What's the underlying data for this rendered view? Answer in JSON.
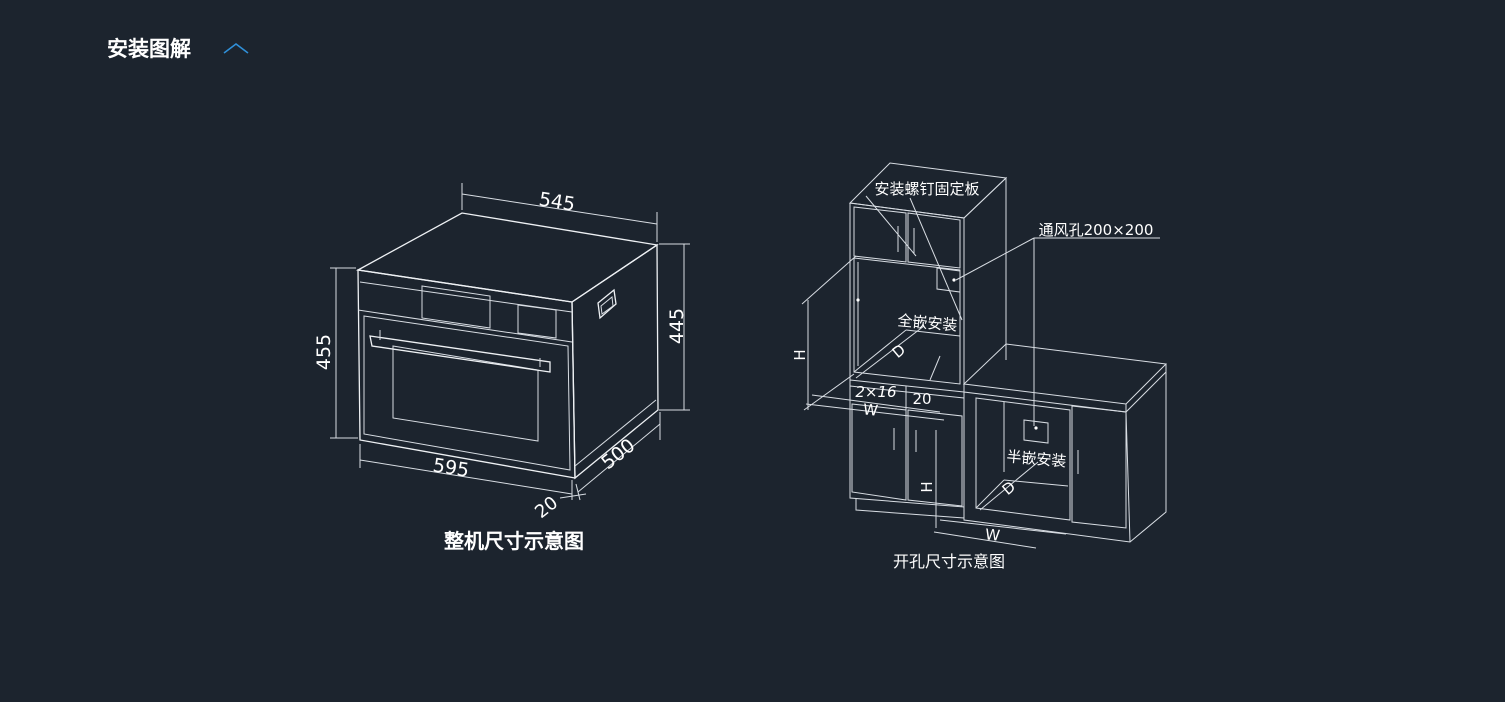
{
  "header": {
    "title": "安装图解",
    "toggle_icon": "chevron-up-icon",
    "accent_color": "#2f8fd8"
  },
  "oven_diagram": {
    "caption": "整机尺寸示意图",
    "dim_width_top": "545",
    "dim_height_left": "455",
    "dim_height_right": "445",
    "dim_width_bottom": "595",
    "dim_depth": "500",
    "dim_door": "20"
  },
  "cutout_diagram": {
    "caption": "开孔尺寸示意图",
    "label_bracket": "安装螺钉固定板",
    "label_vent": "通风孔200×200",
    "label_full": "全嵌安装",
    "label_half": "半嵌安装",
    "dim_h_upper": "H",
    "dim_d_upper": "D",
    "dim_w_upper": "W",
    "dim_screws": "2×16",
    "dim_gap": "20",
    "dim_h_lower": "H",
    "dim_d_lower": "D",
    "dim_w_lower": "W"
  },
  "colors": {
    "background": "#1c242e",
    "line": "#d8dde3",
    "text": "#ffffff"
  }
}
